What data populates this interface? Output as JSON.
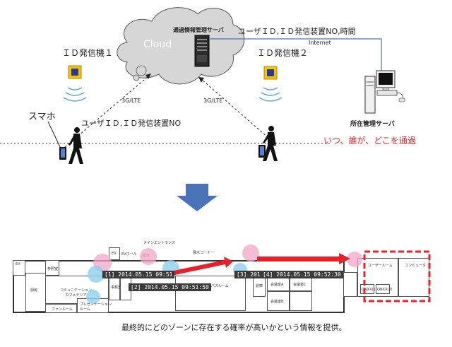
{
  "top": {
    "cloud_label": "Cloud",
    "pass_server_label": "通過情報管理サーバ",
    "id_transmitter_1": "ＩＤ発信機１",
    "id_transmitter_2": "ＩＤ発信機２",
    "internet_label": "Internet",
    "user_id_time_label": "ユーザＩＤ,ＩＤ発信装置NO,時間",
    "net_label_1": "3G/LTE",
    "net_label_2": "3G/LTE",
    "smartphone_label": "スマホ",
    "user_id_label": "ユーザＩＤ,ＩＤ発信装置NO",
    "location_server_label": "所在管理サーバ",
    "when_who_where": "いつ、誰が、どこを通過"
  },
  "map": {
    "timestamps": [
      "[1]  2014.05.15 09:51",
      "[2]  2014.05.15 09:51:50",
      "[3]  2014",
      "[4]  2014.05.15 09:52:30"
    ],
    "rooms": {
      "entrance": "メインエントランス",
      "ev": "EV",
      "ev_hall": "EVホール",
      "reception": "受付",
      "exhibit": "展示コーナー",
      "cafeteria": "コミュニケーション\nカフェテリア",
      "multipurpose": "マルチパーパスルーム",
      "meeting_a": "会議室A",
      "meeting_b": "会議室B",
      "presentation": "プレゼンテーション\nルーム",
      "fan_room": "ファンルーム",
      "user_room": "ユーザールーム",
      "computer": "コンピュータ",
      "printer_1": "QNXX(1)",
      "printer_2": "QNXX(2)",
      "storage": "倉庫",
      "kitchen": "厨房",
      "reference": "参照室",
      "office": "事務室",
      "meeting_c": "会議室C"
    },
    "caption": "最終的にどのゾーンに存在する確率が高いかという情報を提供。"
  },
  "colors": {
    "accent_red": "#e8202a",
    "arrow_blue": "#4a72b8",
    "zone_pink": "#f2a6c8",
    "zone_blue": "#8fd0ee"
  }
}
